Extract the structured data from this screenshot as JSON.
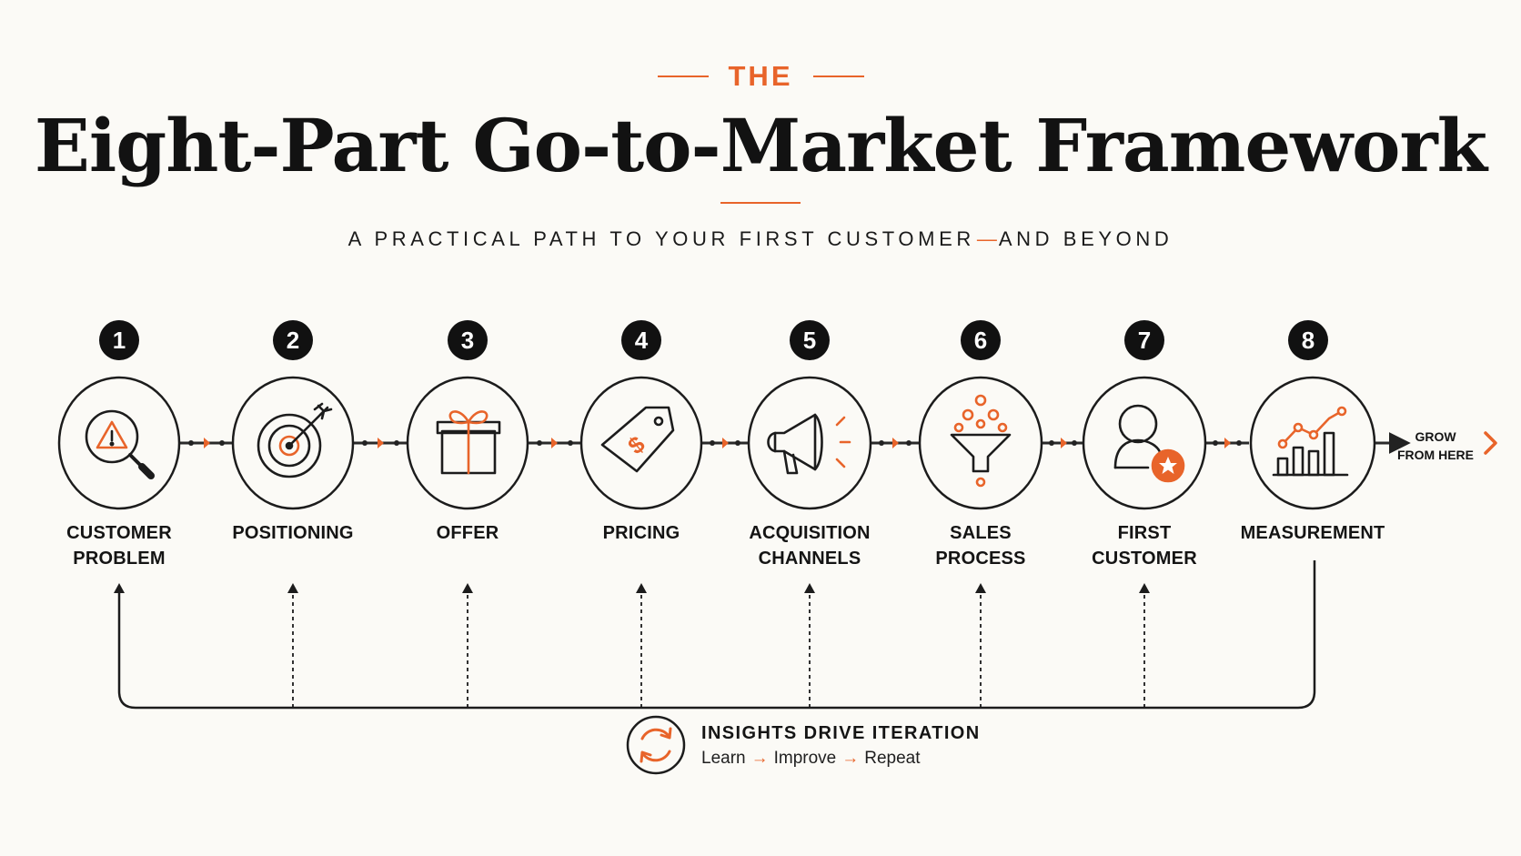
{
  "header": {
    "eyebrow": "THE",
    "title": "Eight-Part Go-to-Market Framework",
    "subtitle_before": "A PRACTICAL PATH TO YOUR FIRST CUSTOMER",
    "subtitle_dash": "—",
    "subtitle_after": "AND BEYOND"
  },
  "stages": [
    {
      "number": "1",
      "label_lines": [
        "CUSTOMER",
        "PROBLEM"
      ],
      "icon": "magnifier-warning-icon"
    },
    {
      "number": "2",
      "label_lines": [
        "POSITIONING"
      ],
      "icon": "target-dart-icon"
    },
    {
      "number": "3",
      "label_lines": [
        "OFFER"
      ],
      "icon": "gift-box-icon"
    },
    {
      "number": "4",
      "label_lines": [
        "PRICING"
      ],
      "icon": "price-tag-icon"
    },
    {
      "number": "5",
      "label_lines": [
        "ACQUISITION",
        "CHANNELS"
      ],
      "icon": "megaphone-icon"
    },
    {
      "number": "6",
      "label_lines": [
        "SALES",
        "PROCESS"
      ],
      "icon": "funnel-icon"
    },
    {
      "number": "7",
      "label_lines": [
        "FIRST",
        "CUSTOMER"
      ],
      "icon": "user-star-icon"
    },
    {
      "number": "8",
      "label_lines": [
        "MEASUREMENT"
      ],
      "icon": "bar-chart-trend-icon"
    }
  ],
  "grow": {
    "line1": "GROW",
    "line2": "FROM HERE"
  },
  "insights": {
    "title": "INSIGHTS DRIVE ITERATION",
    "steps": [
      "Learn",
      "Improve",
      "Repeat"
    ],
    "arrow": "→",
    "icon": "cycle-arrows-icon"
  },
  "colors": {
    "accent": "#e8642a",
    "ink": "#141414",
    "background": "#fbfaf6"
  }
}
